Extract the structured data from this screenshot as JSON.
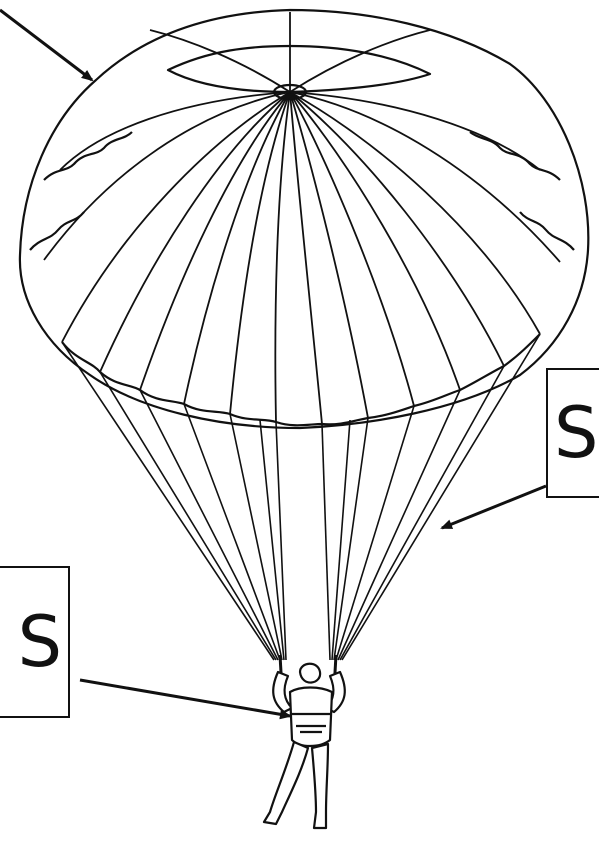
{
  "diagram": {
    "labels": {
      "right": "S",
      "left": "S"
    },
    "parts": [
      "canopy",
      "suspension-lines",
      "harness",
      "jumper"
    ],
    "colors": {
      "ink": "#111111",
      "background": "#ffffff"
    }
  }
}
